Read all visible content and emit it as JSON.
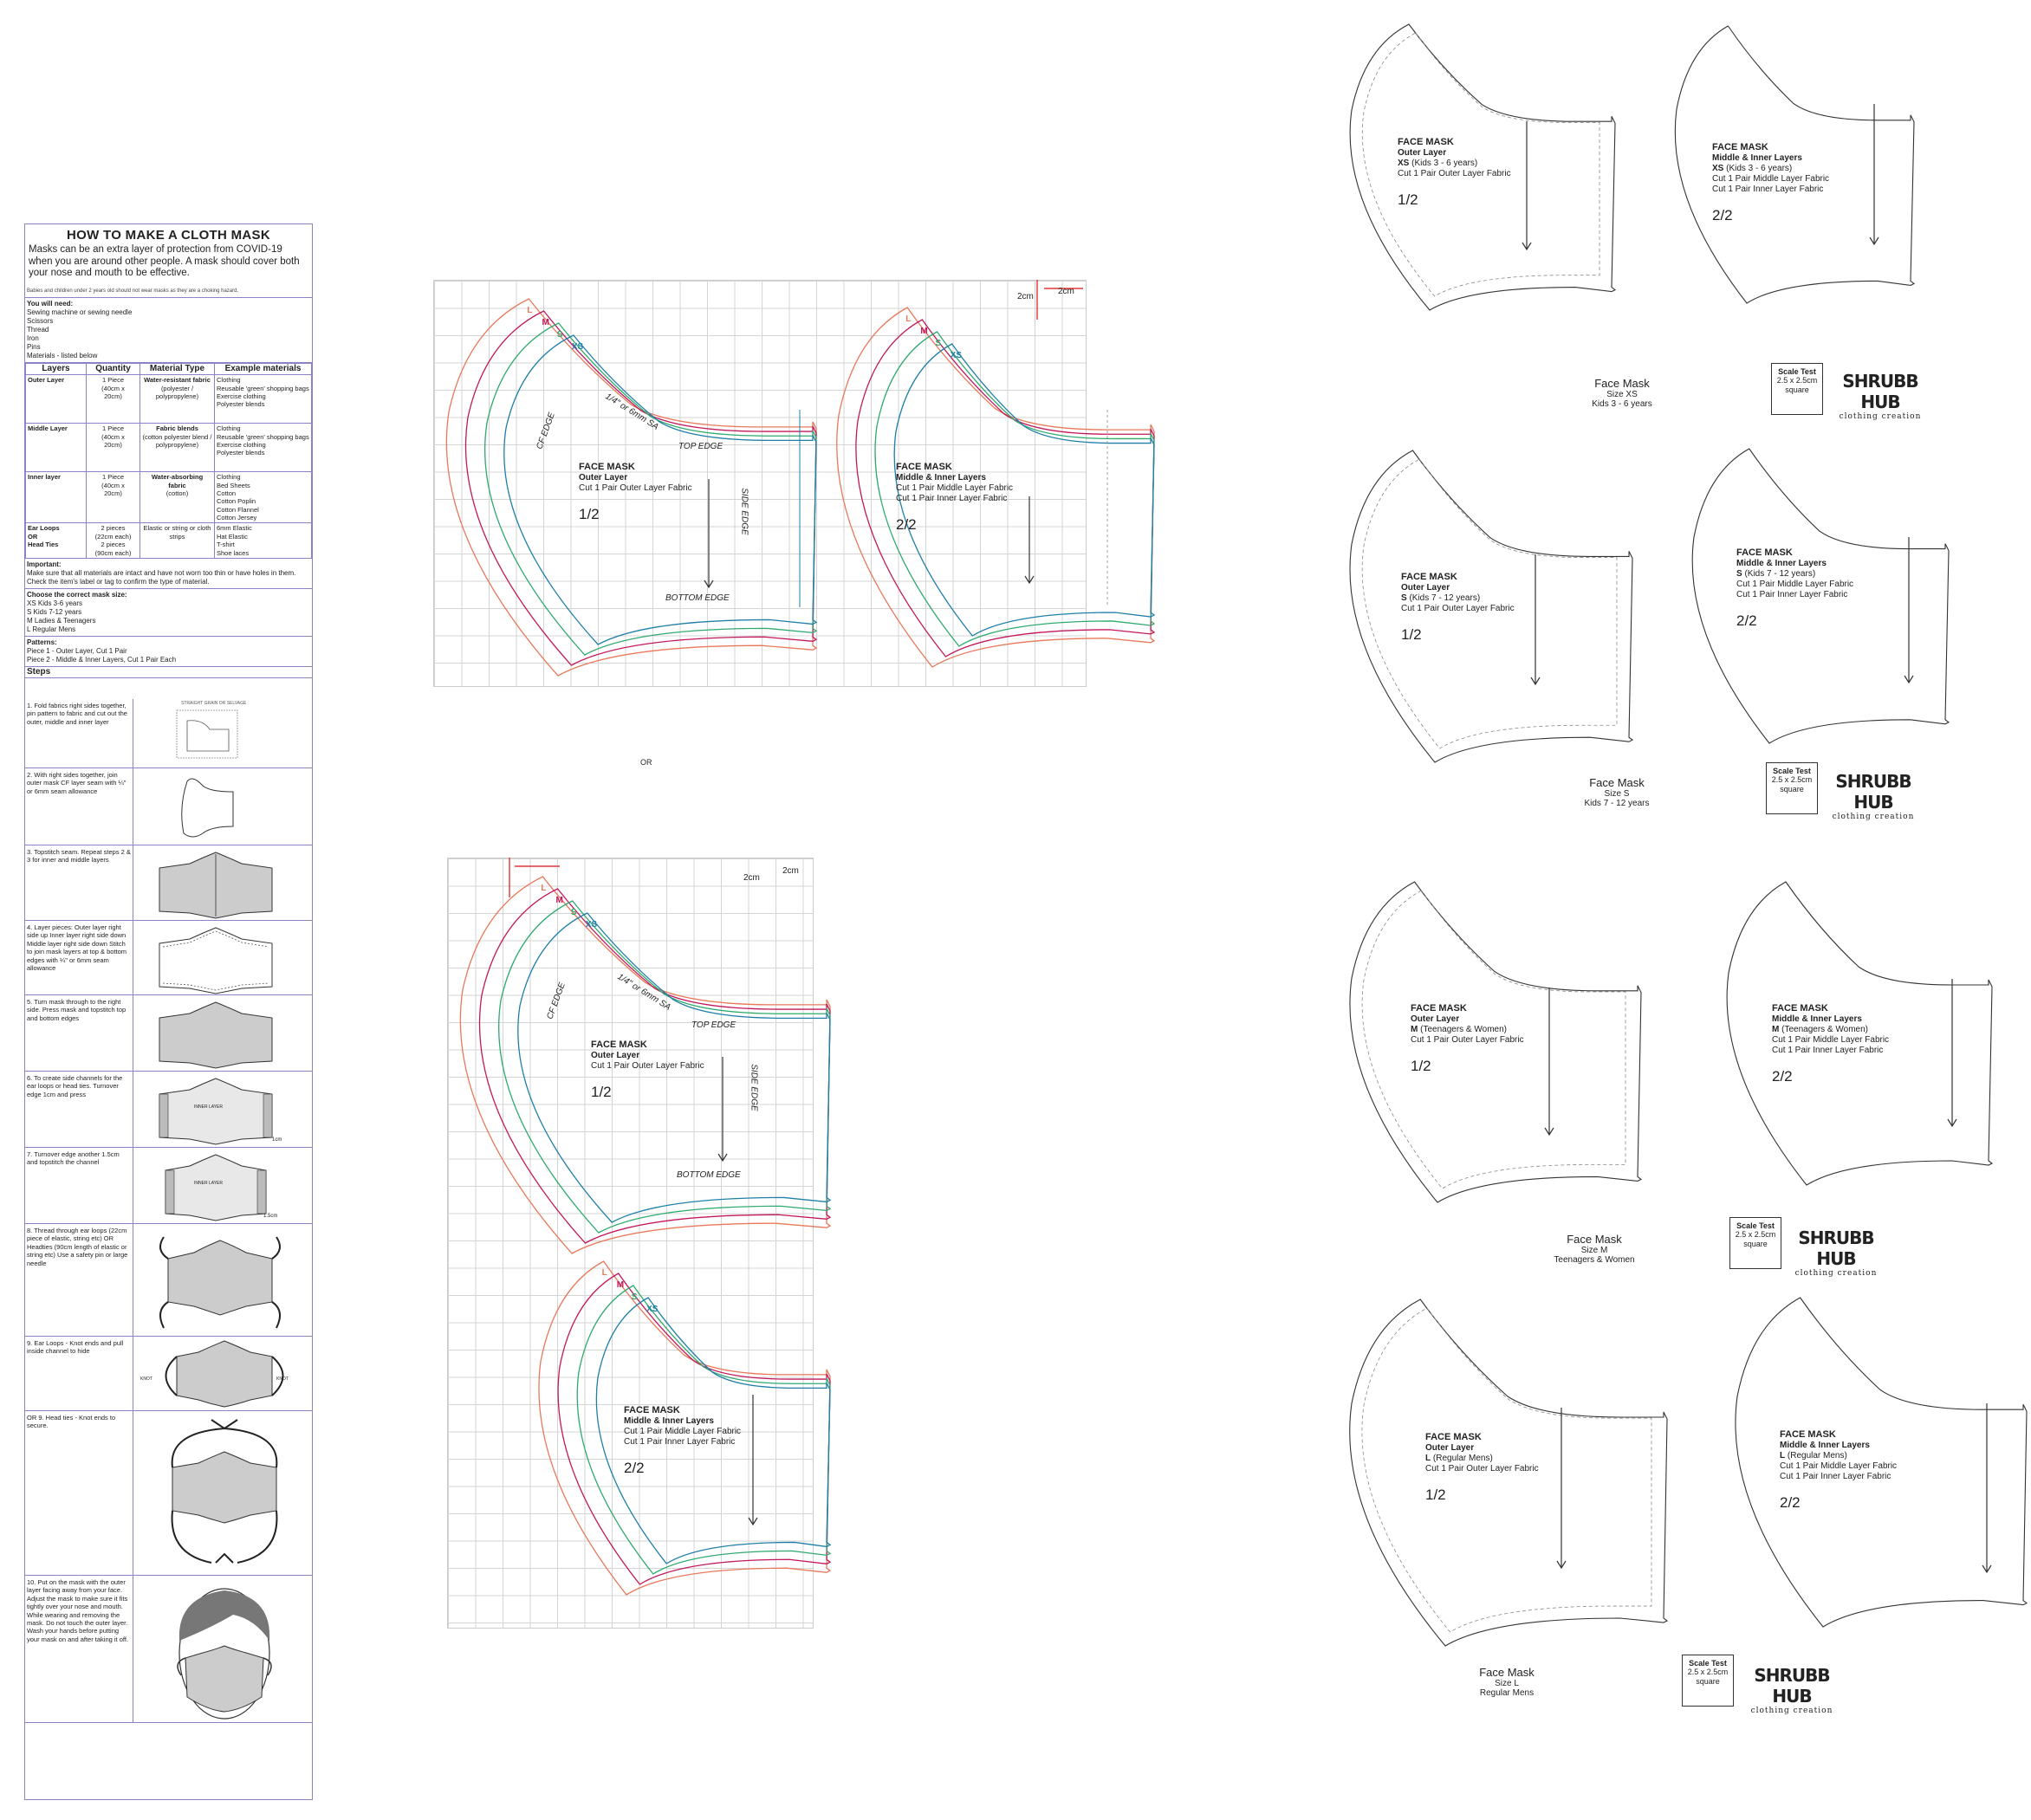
{
  "sheet": {
    "title": "HOW TO MAKE A CLOTH MASK",
    "intro": "Masks can be an extra layer of protection from COVID-19 when you are around other people. A mask should cover both your nose and mouth to be effective.",
    "warning": "Babies and children under 2 years old should not wear masks as they are a choking hazard.",
    "need_title": "You will need:",
    "need_items": "Sewing machine or sewing needle\nScissors\nThread\nIron\nPins\nMaterials - listed below",
    "table_headers": [
      "Layers",
      "Quantity",
      "Material Type",
      "Example materials"
    ],
    "rows": [
      {
        "layer": "Outer Layer",
        "qty": "1 Piece\n(40cm x\n20cm)",
        "type_b": "Water-resistant fabric",
        "type": "(polyester / polypropylene)",
        "examples": "Clothing\nReusable 'green' shopping bags\nExercise clothing\nPolyester blends"
      },
      {
        "layer": "Middle Layer",
        "qty": "1 Piece\n(40cm x\n20cm)",
        "type_b": "Fabric blends",
        "type": "(cotton polyester blend / polypropylene)",
        "examples": "Clothing\nReusable 'green' shopping bags\nExercise clothing\nPolyester blends"
      },
      {
        "layer": "Inner layer",
        "qty": "1 Piece\n(40cm x\n20cm)",
        "type_b": "Water-absorbing fabric",
        "type": "(cotton)",
        "examples": "Clothing\nBed Sheets\nCotton\nCotton Poplin\nCotton Flannel\nCotton Jersey"
      },
      {
        "layer": "Ear Loops\nOR\nHead Ties",
        "qty": "2 pieces\n(22cm each)\n2 pieces\n(90cm each)",
        "type_b": "",
        "type": "Elastic or string or cloth strips",
        "examples": "6mm Elastic\nHat Elastic\nT-shirt\nShoe laces"
      }
    ],
    "important_title": "Important:",
    "important": "Make sure that all materials are intact and have not worn too thin or have holes in them. Check the item's label or tag to confirm the type of material.",
    "size_title": "Choose the correct mask size:",
    "sizes": "XS Kids 3-6 years\nS Kids 7-12 years\nM Ladies & Teenagers\nL  Regular Mens",
    "patterns_title": "Patterns:",
    "patterns": "Piece 1 - Outer Layer, Cut 1 Pair\nPiece 2 - Middle & Inner Layers, Cut 1 Pair Each",
    "steps_title": "Steps",
    "steps": [
      "1. Fold fabrics right sides together, pin pattern to fabric and cut out the outer, middle and inner layer",
      "2. With right sides together, join outer mask CF layer seam with ¼\" or 6mm seam allowance",
      "3. Topstitch seam. Repeat steps 2 & 3 for inner and middle layers",
      "4. Layer pieces: Outer layer right side up Inner layer right side down Middle layer right side down\n\nStitch to join mask layers at top & bottom edges with ¼\" or 6mm seam allowance",
      "5. Turn mask through to the right side. Press mask and topstitch top and bottom edges",
      "6. To create side channels for the ear loops or head ties. Turnover edge 1cm and press",
      "7. Turnover edge another 1.5cm and topstitch the channel",
      "8. Thread through ear loops (22cm piece of elastic, string etc) OR Headties (90cm length of elastic or string etc) Use a safety pin or large needle",
      "9. Ear Loops - Knot ends and pull inside channel to hide",
      "OR 9. Head ties - Knot ends to secure.",
      "10. Put on the mask with the outer layer facing away from your face. Adjust the mask to make sure it fits tightly over your nose and mouth. While wearing and removing the mask. Do not touch the outer layer. Wash your hands before putting your mask on and after taking it off."
    ],
    "ill_labels": {
      "fold": "STRAIGHT GRAIN OR SELVAGE",
      "inner": "INNER LAYER",
      "knot": "KNOT",
      "cm1": "1cm",
      "cm15": "1.5cm"
    }
  },
  "grid_patterns": {
    "sizes": [
      "L",
      "M",
      "S",
      "XS"
    ],
    "size_colors": [
      "#e8795a",
      "#c2185b",
      "#2eaa6e",
      "#1f7fa8"
    ],
    "dim": "2cm",
    "cf_edge": "CF EDGE",
    "sa": "1/4\" or 6mm SA",
    "top_edge": "TOP EDGE",
    "side_edge": "SIDE EDGE",
    "bottom_edge": "BOTTOM EDGE",
    "face_mask": "FACE MASK",
    "outer": "Outer Layer",
    "outer_cut": "Cut 1 Pair Outer Layer Fabric",
    "mid": "Middle & Inner Layers",
    "mid_cut1": "Cut 1 Pair Middle Layer Fabric",
    "mid_cut2": "Cut 1 Pair Inner Layer Fabric",
    "p1": "1/2",
    "p2": "2/2",
    "or": "OR"
  },
  "printables": [
    {
      "size": "XS",
      "desc": "(Kids 3 - 6 years)",
      "title": "Face Mask",
      "size_label": "Size XS",
      "age": "Kids 3 - 6 years"
    },
    {
      "size": "S",
      "desc": "(Kids 7 - 12 years)",
      "title": "Face Mask",
      "size_label": "Size S",
      "age": "Kids 7 - 12 years"
    },
    {
      "size": "M",
      "desc": "(Teenagers & Women)",
      "title": "Face Mask",
      "size_label": "Size M",
      "age": "Teenagers & Women"
    },
    {
      "size": "L",
      "desc": "(Regular Mens)",
      "title": "Face Mask",
      "size_label": "Size L",
      "age": "Regular Mens"
    }
  ],
  "scale": {
    "title": "Scale Test",
    "size": "2.5 x 2.5cm",
    "unit": "square"
  },
  "logo": {
    "name": "SHRUBB HUB",
    "tag": "clothing  creation"
  }
}
